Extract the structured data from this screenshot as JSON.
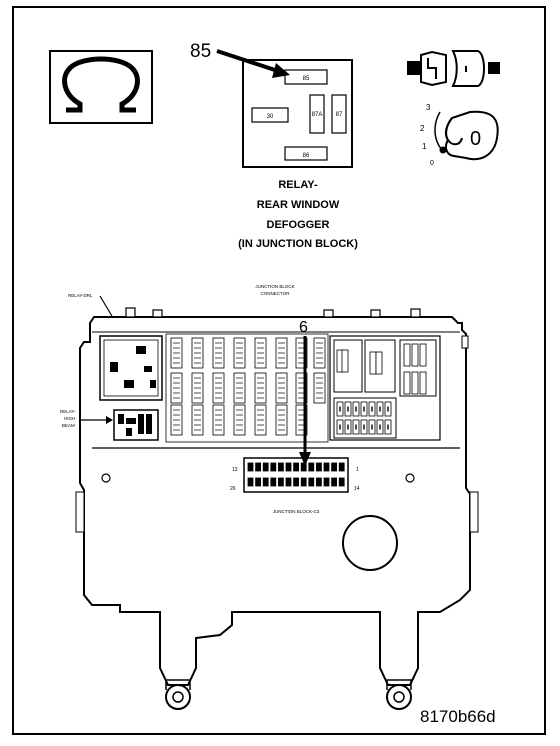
{
  "callouts": {
    "terminal_85": "85",
    "cavity_6": "6"
  },
  "relay_box": {
    "terminals": {
      "t85": "85",
      "t30": "30",
      "t87a": "87A",
      "t87": "87",
      "t86": "86"
    }
  },
  "ignition": {
    "positions": [
      "3",
      "2",
      "1",
      "0"
    ],
    "key_label": "0"
  },
  "caption": {
    "lines": [
      "RELAY-",
      "REAR WINDOW",
      "DEFOGGER",
      "(IN JUNCTION BLOCK)"
    ]
  },
  "junction": {
    "top_label_lines": [
      "JUNCTION BLOCK",
      "CONNECTOR"
    ],
    "relay_small_label": "RELAY-DRL",
    "relay_hi_beam_lines": [
      "RELAY-",
      "HIGH",
      "BEAM"
    ],
    "connector_numbers": {
      "top_left": "13",
      "top_right": "1",
      "bottom_left": "26",
      "bottom_right": "14"
    },
    "bottom_label": "JUNCTION BLOCK-C3"
  },
  "figure_id": "8170b66d",
  "colors": {
    "ink": "#000000",
    "paper": "#ffffff"
  }
}
